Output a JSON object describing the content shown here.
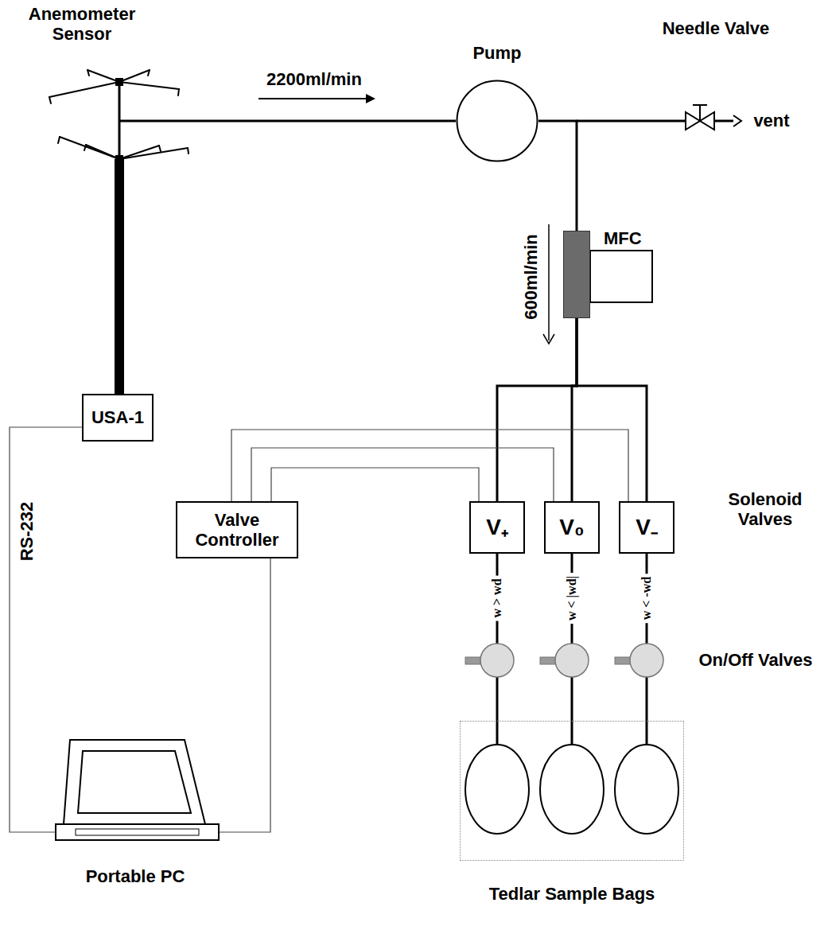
{
  "diagram": {
    "nodes": [
      {
        "text": [
          "Pump"
        ]
      },
      {
        "text": [
          "MFC"
        ]
      },
      {
        "text": [
          "USA-1"
        ]
      },
      {
        "text": [
          "Valve Controller"
        ]
      },
      {
        "text": [
          "V₊"
        ]
      },
      {
        "text": [
          "V₀"
        ]
      },
      {
        "text": [
          "V₋"
        ]
      },
      {
        "text": [
          "Tedlar Sample Bags"
        ]
      }
    ],
    "edges": [
      {
        "from": 0,
        "to": 1,
        "arrow": "none"
      },
      {
        "from": 1,
        "to": 4,
        "arrow": "none"
      },
      {
        "from": 1,
        "to": 5,
        "arrow": "none"
      },
      {
        "from": 1,
        "to": 6,
        "arrow": "none"
      },
      {
        "from": 3,
        "to": 4,
        "arrow": "none"
      },
      {
        "from": 3,
        "to": 5,
        "arrow": "none"
      },
      {
        "from": 3,
        "to": 6,
        "arrow": "none"
      }
    ],
    "labels": [
      "Anemometer Sensor",
      "2200ml/min",
      "Needle Valve",
      "vent",
      "600ml/min",
      "Solenoid Valves",
      "RS-232",
      "w > wd",
      "w < |wd|",
      "w < -wd",
      "On/Off Valves",
      "Portable PC"
    ]
  }
}
